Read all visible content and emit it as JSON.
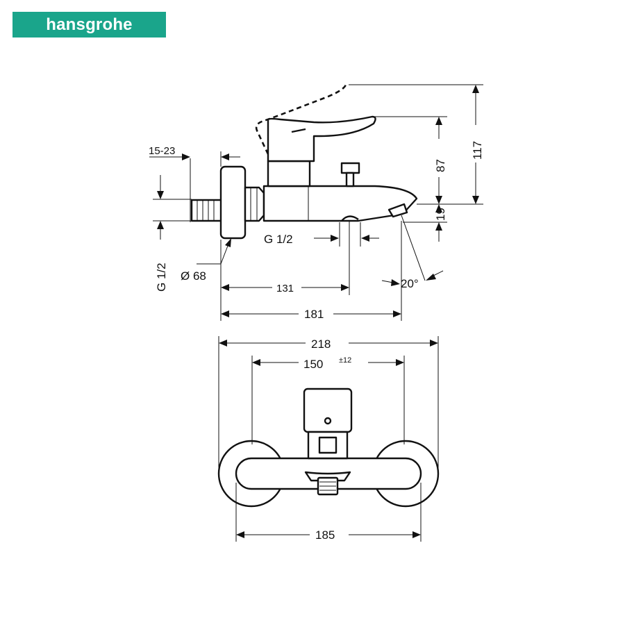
{
  "brand": {
    "name": "hansgrohe",
    "color": "#1aa58b"
  },
  "labels": {
    "nut_depth": "15-23",
    "thread_inlet": "G 1/2",
    "thread_outlet": "G 1/2",
    "rosette_dia": "Ø 68",
    "outlet_offset": "131",
    "spout_projection": "181",
    "lever_height": "87",
    "max_height": "117",
    "spout_height": "19",
    "spout_angle": "20°",
    "total_width": "218",
    "centers": "150",
    "centers_tol": "±12",
    "body_width": "185"
  }
}
